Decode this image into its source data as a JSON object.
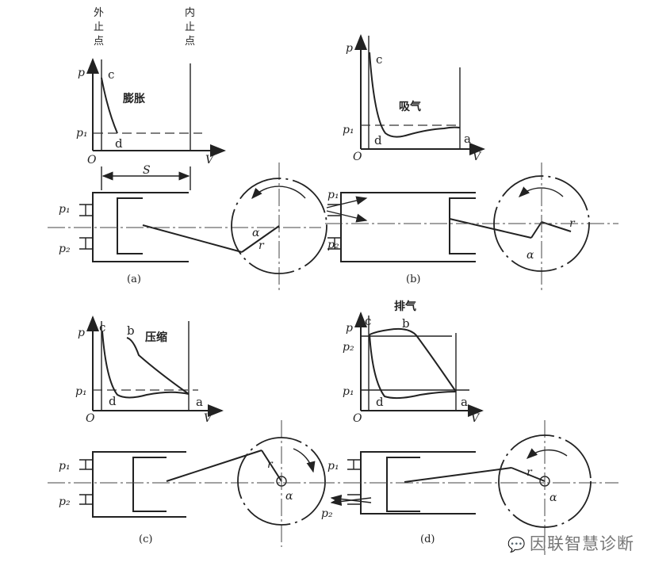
{
  "axis": {
    "p": "p",
    "v": "V",
    "origin": "O",
    "p1": "p₁",
    "p2": "p₂"
  },
  "points": {
    "a": "a",
    "b": "b",
    "c": "c",
    "d": "d"
  },
  "dead_centers": {
    "outer": [
      "外",
      "止",
      "点"
    ],
    "inner": [
      "内",
      "止",
      "点"
    ]
  },
  "panels": {
    "a": {
      "caption": "(a)",
      "process": "膨胀",
      "stroke": "S",
      "alpha": "α",
      "r": "r"
    },
    "b": {
      "caption": "(b)",
      "process": "吸气",
      "alpha": "α",
      "r": "r"
    },
    "c": {
      "caption": "(c)",
      "process": "压缩",
      "alpha": "α",
      "r": "r"
    },
    "d": {
      "caption": "(d)",
      "process": "排气",
      "alpha": "α",
      "r": "r"
    }
  },
  "watermark": "因联智慧诊断"
}
